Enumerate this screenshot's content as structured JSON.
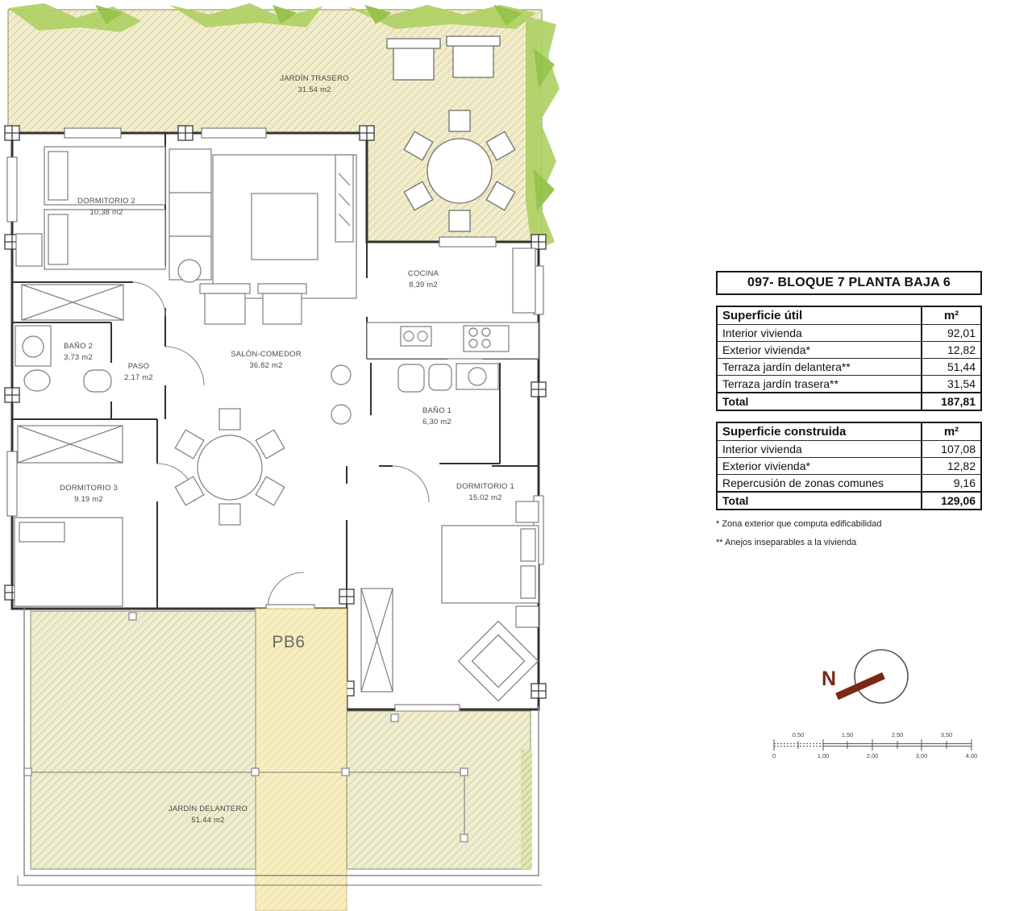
{
  "plan": {
    "unit_label": "PB6",
    "rooms": {
      "jardin_trasero": {
        "name": "JARDÍN TRASERO",
        "area": "31.54 m2"
      },
      "dormitorio2": {
        "name": "DORMITORIO 2",
        "area": "10,38 m2"
      },
      "bano2": {
        "name": "BAÑO 2",
        "area": "3,73 m2"
      },
      "paso": {
        "name": "PASO",
        "area": "2,17 m2"
      },
      "salon": {
        "name": "SALÓN-COMEDOR",
        "area": "36.82 m2"
      },
      "cocina": {
        "name": "COCINA",
        "area": "8,39 m2"
      },
      "bano1": {
        "name": "BAÑO 1",
        "area": "6,30 m2"
      },
      "dormitorio3": {
        "name": "DORMITORIO 3",
        "area": "9.19 m2"
      },
      "dormitorio1": {
        "name": "DORMITORIO 1",
        "area": "15.02 m2"
      },
      "jardin_delantero": {
        "name": "JARDÍN DELANTERO",
        "area": "51.44 m2"
      }
    }
  },
  "panel": {
    "title": "097- BLOQUE 7 PLANTA BAJA 6",
    "useful": {
      "header": "Superficie útil",
      "unit": "m²",
      "rows": [
        {
          "label": "Interior vivienda",
          "value": "92,01"
        },
        {
          "label": "Exterior vivienda*",
          "value": "12,82"
        },
        {
          "label": "Terraza jardín delantera**",
          "value": "51,44"
        },
        {
          "label": "Terraza jardín trasera**",
          "value": "31,54"
        }
      ],
      "total_label": "Total",
      "total_value": "187,81"
    },
    "built": {
      "header": "Superficie construida",
      "unit": "m²",
      "rows": [
        {
          "label": "Interior vivienda",
          "value": "107,08"
        },
        {
          "label": "Exterior vivienda*",
          "value": "12,82"
        },
        {
          "label": "Repercusión de zonas comunes",
          "value": "9,16"
        }
      ],
      "total_label": "Total",
      "total_value": "129,06"
    },
    "footnotes": [
      "* Zona exterior que computa edificabilidad",
      "** Anejos inseparables a la vivienda"
    ]
  },
  "compass": {
    "label": "N"
  },
  "scalebar": {
    "top": [
      "0,50",
      "1,50",
      "2,50",
      "3,50"
    ],
    "bottom": [
      "0",
      "1,00",
      "2,00",
      "3,00",
      "4,00"
    ]
  },
  "colors": {
    "wall": "#333333",
    "garden_green": "#a9cf5e",
    "compass_red": "#7a2815"
  }
}
